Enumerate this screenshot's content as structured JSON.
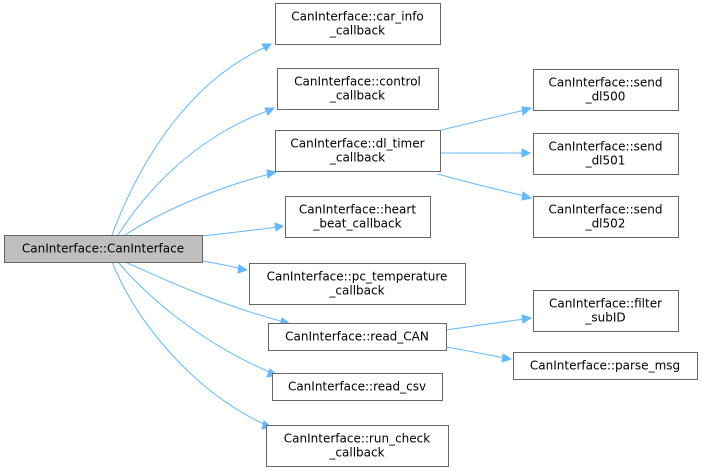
{
  "diagram": {
    "root": {
      "id": "root",
      "lines": [
        "CanInterface::CanInterface"
      ]
    },
    "nodes": [
      {
        "id": "car_info",
        "lines": [
          "CanInterface::car_info",
          "_callback"
        ]
      },
      {
        "id": "control",
        "lines": [
          "CanInterface::control",
          "_callback"
        ]
      },
      {
        "id": "dl_timer",
        "lines": [
          "CanInterface::dl_timer",
          "_callback"
        ]
      },
      {
        "id": "heart_beat",
        "lines": [
          "CanInterface::heart",
          "_beat_callback"
        ]
      },
      {
        "id": "pc_temp",
        "lines": [
          "CanInterface::pc_temperature",
          "_callback"
        ]
      },
      {
        "id": "read_can",
        "lines": [
          "CanInterface::read_CAN"
        ]
      },
      {
        "id": "read_csv",
        "lines": [
          "CanInterface::read_csv"
        ]
      },
      {
        "id": "run_check",
        "lines": [
          "CanInterface::run_check",
          "_callback"
        ]
      },
      {
        "id": "send500",
        "lines": [
          "CanInterface::send",
          "_dl500"
        ]
      },
      {
        "id": "send501",
        "lines": [
          "CanInterface::send",
          "_dl501"
        ]
      },
      {
        "id": "send502",
        "lines": [
          "CanInterface::send",
          "_dl502"
        ]
      },
      {
        "id": "filter",
        "lines": [
          "CanInterface::filter",
          "_subID"
        ]
      },
      {
        "id": "parse",
        "lines": [
          "CanInterface::parse_msg"
        ]
      }
    ],
    "edges": [
      [
        "root",
        "car_info"
      ],
      [
        "root",
        "control"
      ],
      [
        "root",
        "dl_timer"
      ],
      [
        "root",
        "heart_beat"
      ],
      [
        "root",
        "pc_temp"
      ],
      [
        "root",
        "read_can"
      ],
      [
        "root",
        "read_csv"
      ],
      [
        "root",
        "run_check"
      ],
      [
        "dl_timer",
        "send500"
      ],
      [
        "dl_timer",
        "send501"
      ],
      [
        "dl_timer",
        "send502"
      ],
      [
        "read_can",
        "filter"
      ],
      [
        "read_can",
        "parse"
      ]
    ]
  },
  "colors": {
    "edge": "#63b8ff",
    "root_fill": "#bfbfbf",
    "border": "#666666"
  }
}
